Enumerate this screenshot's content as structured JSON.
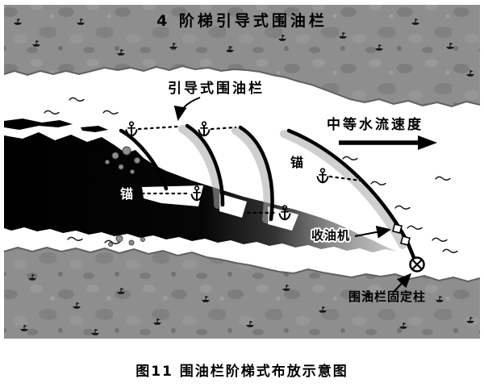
{
  "figure": {
    "title": "4 阶梯引导式围油栏",
    "caption": "图11  围油栏阶梯式布放示意图"
  },
  "labels": {
    "guide_boom": "引导式围油栏",
    "flow_speed": "中等水流速度",
    "anchor_left": "锚",
    "anchor_right": "锚",
    "skimmer": "收油机",
    "fixed_post": "围油栏固定柱"
  },
  "icons": {
    "anchor": "anchor-icon",
    "flow_arrow": "flow-direction-arrow-icon",
    "fixed_post": "fixed-post-icon",
    "skimmer": "skimmer-square-icon",
    "bank_mark": "boat-mark-icon",
    "wave": "wave-line-icon"
  },
  "colors": {
    "bank_gray": "#8e8e8e",
    "water_white": "#ffffff",
    "oil_black": "#000000",
    "oil_fade_gray": "#cfcfcf",
    "line_black": "#000000"
  }
}
